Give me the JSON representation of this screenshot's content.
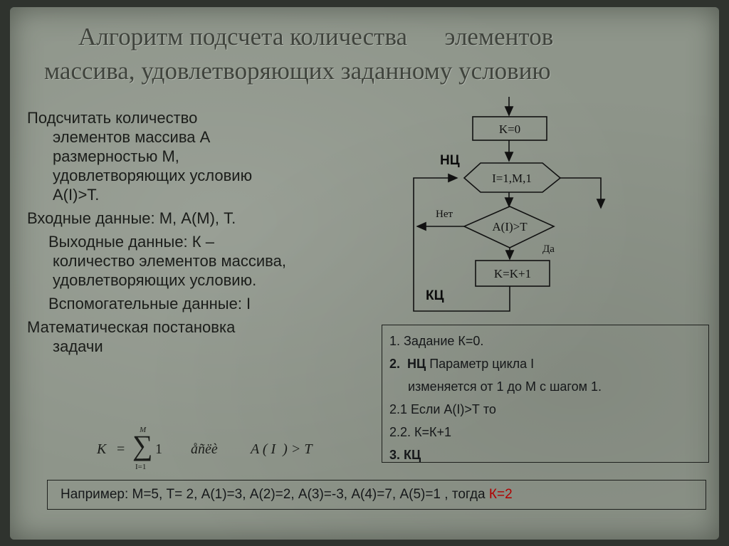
{
  "title": {
    "line1": "Алгоритм подсчета количества      элементов",
    "line2": "массива, удовлетворяющих заданному условию"
  },
  "left_text": {
    "task_line1": "Подсчитать  количество",
    "task_line2": "элементов массива А",
    "task_line3": "размерностью М,",
    "task_line4": "удовлетворяющих условию",
    "task_line5": "A(I)>T.",
    "input": "Входные данные: М, А(М), Т.",
    "output_line1": "Выходные данные: К –",
    "output_line2": "количество элементов массива,",
    "output_line3": "удовлетворяющих условию.",
    "aux": "Вспомогательные данные: I",
    "math_line1": "Математическая постановка",
    "math_line2": "задачи"
  },
  "formula": {
    "k": "K",
    "eq": "=",
    "sigma": "∑",
    "upper": "M",
    "lower": "I=1",
    "one": "1",
    "garbled": "åñëè",
    "cond": "A ( I  ) > T"
  },
  "flowchart": {
    "init": "K=0",
    "loop": "I=1,M,1",
    "cond": "A(I)>T",
    "action": "K=K+1",
    "loop_start_label": "НЦ",
    "loop_end_label": "КЦ",
    "no_label": "Нет",
    "yes_label": "Да"
  },
  "algorithm": {
    "step1": "1.  Задание К=0.",
    "step2_num": "2.",
    "step2_kw": "НЦ",
    "step2_text": " Параметр цикла I",
    "step2_cont": "изменяется от 1 до М с шагом 1.",
    "step21": "2.1 Если А(I)>Т то",
    "step22": "2.2. К=К+1",
    "step3_num": "3.",
    "step3_kw": "КЦ"
  },
  "example": {
    "text": "Например: М=5, Т= 2, А(1)=3, А(2)=2, А(3)=-3, А(4)=7, А(5)=1 , тогда ",
    "result": "К=2"
  },
  "colors": {
    "background": "#8e958a",
    "text": "#1b1d1a",
    "result": "#b00000"
  }
}
